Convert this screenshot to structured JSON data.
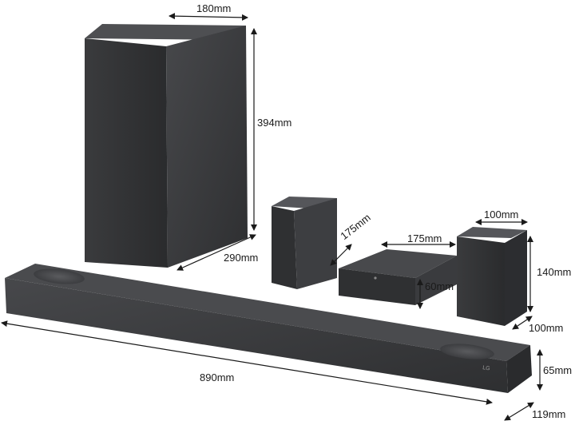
{
  "dimensions": {
    "subwoofer_width": "180mm",
    "subwoofer_height": "394mm",
    "subwoofer_depth": "290mm",
    "rear_speaker_width": "100mm",
    "rear_speaker_height": "140mm",
    "rear_speaker_depth": "100mm",
    "receiver_width": "175mm",
    "receiver_depth": "175mm",
    "receiver_height": "60mm",
    "soundbar_width": "890mm",
    "soundbar_height": "65mm",
    "soundbar_depth": "119mm"
  },
  "logo": {
    "text": "LG"
  },
  "colors": {
    "body": "#3a3b3d",
    "top": "#4a4b4e",
    "dark": "#2a2b2d",
    "arrow": "#1a1a1a"
  }
}
